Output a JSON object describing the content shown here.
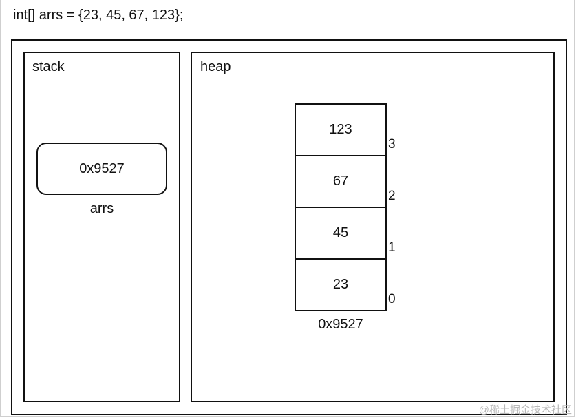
{
  "code": "int[] arrs = {23, 45, 67, 123};",
  "stack": {
    "label": "stack",
    "variable": {
      "value": "0x9527",
      "name": "arrs"
    }
  },
  "heap": {
    "label": "heap",
    "cells": [
      {
        "value": "123",
        "index": "3"
      },
      {
        "value": "67",
        "index": "2"
      },
      {
        "value": "45",
        "index": "1"
      },
      {
        "value": "23",
        "index": "0"
      }
    ],
    "address": "0x9527"
  },
  "watermark": "@稀土掘金技术社区"
}
